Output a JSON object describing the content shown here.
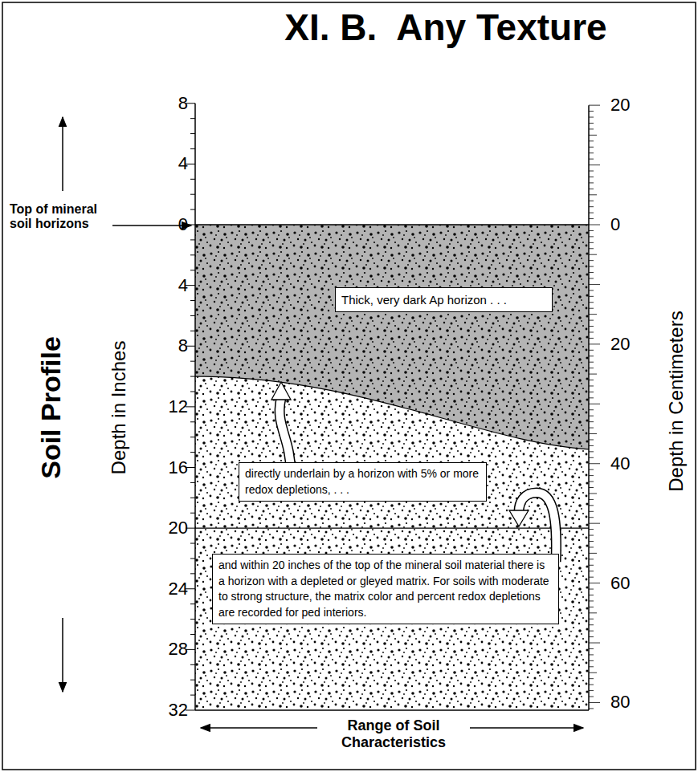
{
  "diagram": {
    "title": "XI. B.  Any Texture",
    "nodes": [
      {
        "text": [
          "Thick, very dark Ap horizon . . ."
        ]
      },
      {
        "text": [
          "directly underlain by a horizon with 5% or more redox depletions, . . ."
        ]
      },
      {
        "text": [
          "and within 20 inches of the top of the mineral soil material there is a horizon with a depleted or gleyed matrix. For soils with moderate to strong structure, the matrix color and percent redox depletions are recorded for ped interiors."
        ]
      }
    ],
    "labels": [
      "Top of mineral soil horizons",
      "Soil Profile",
      "Depth in Inches",
      "8",
      "4",
      "0",
      "4",
      "8",
      "12",
      "16",
      "20",
      "24",
      "28",
      "32",
      "Depth in Centimeters",
      "20",
      "0",
      "20",
      "40",
      "60",
      "80",
      "Range of Soil Characteristics"
    ]
  }
}
